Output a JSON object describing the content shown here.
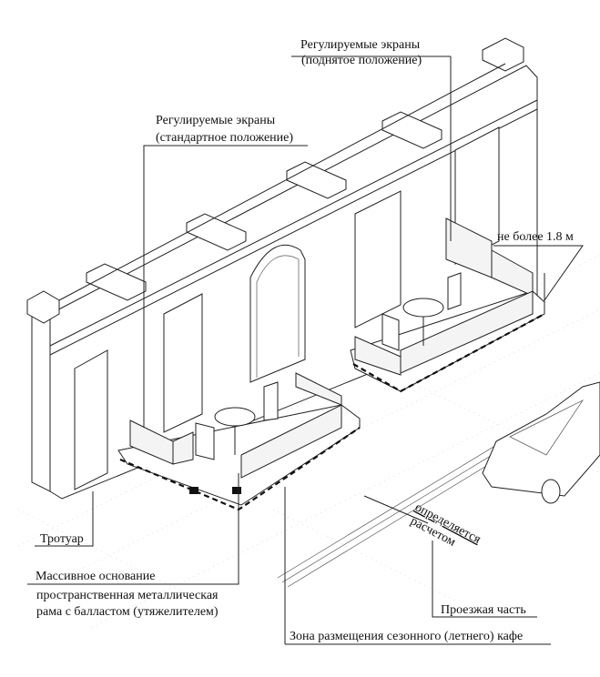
{
  "labels": {
    "screens_raised_line1": "Регулируемые экраны",
    "screens_raised_line2": "(поднятое положение)",
    "screens_standard_line1": "Регулируемые экраны",
    "screens_standard_line2": "(стандартное положение)",
    "max_height": "не более 1.8 м",
    "sidewalk": "Тротуар",
    "massive_base": "Массивное основание",
    "frame_line1": "пространственная металлическая",
    "frame_line2": "рама с балластом (утяжелителем)",
    "determined_line1": "определяется",
    "determined_line2": "расчетом",
    "roadway": "Проезжая часть",
    "cafe_zone": "Зона размещения сезонного (летнего) кафе"
  }
}
